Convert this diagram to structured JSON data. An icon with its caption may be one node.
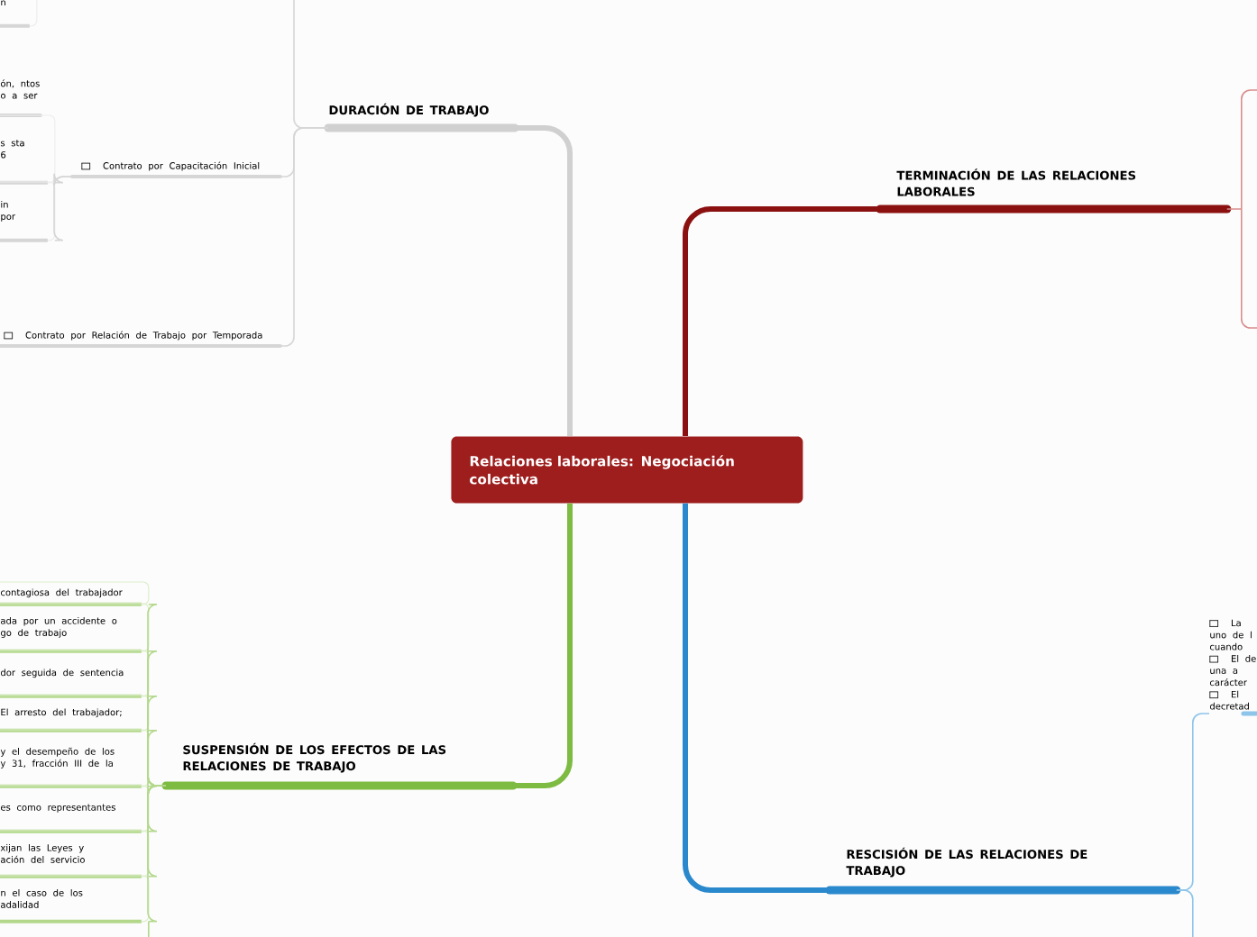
{
  "diagram": {
    "nodes": [
      {
        "text": [
          "Relaciones laborales: Negociación colectiva"
        ]
      },
      {
        "text": [
          "DURACIÓN DE TRABAJO"
        ]
      },
      {
        "text": [
          "TERMINACIÓN DE LAS RELACIONES LABORALES"
        ]
      },
      {
        "text": [
          "SUSPENSIÓN DE LOS EFECTOS DE LAS RELACIONES DE TRABAJO"
        ]
      },
      {
        "text": [
          "RESCISIÓN DE LAS RELACIONES DE TRABAJO"
        ]
      },
      {
        "text": [
          "n"
        ]
      },
      {
        "text": [
          "ón, ntos o a ser"
        ]
      },
      {
        "text": [
          "Contrato por Capacitación Inicial"
        ]
      },
      {
        "text": [
          "s sta 6"
        ]
      },
      {
        "text": [
          "in por"
        ]
      },
      {
        "text": [
          "Contrato por Relación de Trabajo por Temporada"
        ]
      },
      {
        "text": [
          "contagiosa del trabajador"
        ]
      },
      {
        "text": [
          "ada por un accidente o go de trabajo"
        ]
      },
      {
        "text": [
          "dor seguida de sentencia"
        ]
      },
      {
        "text": [
          "El arresto del trabajador;"
        ]
      },
      {
        "text": [
          "y el desempeño de los y 31, fracción III de la"
        ]
      },
      {
        "text": [
          "es como representantes"
        ]
      },
      {
        "text": [
          "xijan las Leyes y ación del servicio"
        ]
      },
      {
        "text": [
          "n el caso de los adalidad"
        ]
      },
      {
        "text": [
          "La uno de l cuando",
          "El de una a carácter",
          "El decretad"
        ]
      }
    ],
    "edges": [
      {
        "from": 0,
        "to": 1,
        "arrow": "none",
        "style": "thick",
        "color": "#d0d0d0"
      },
      {
        "from": 0,
        "to": 2,
        "arrow": "none",
        "style": "thick",
        "color": "#8b1111"
      },
      {
        "from": 0,
        "to": 3,
        "arrow": "none",
        "style": "thick",
        "color": "#7dbb42"
      },
      {
        "from": 0,
        "to": 4,
        "arrow": "none",
        "style": "thick",
        "color": "#2a88cc"
      },
      {
        "from": 1,
        "to": null,
        "arrow": "none",
        "color": "#d6d6d6"
      },
      {
        "from": 1,
        "to": 7,
        "arrow": "none",
        "color": "#d6d6d6"
      },
      {
        "from": 1,
        "to": 10,
        "arrow": "none",
        "color": "#d6d6d6"
      },
      {
        "from": 7,
        "to": 8,
        "arrow": "none",
        "color": "#d6d6d6"
      },
      {
        "from": 7,
        "to": 9,
        "arrow": "none",
        "color": "#d6d6d6"
      },
      {
        "from": 2,
        "to": null,
        "arrow": "none",
        "color": "#d98c8c"
      },
      {
        "from": 3,
        "to": 11,
        "arrow": "none",
        "color": "#b3d88c"
      },
      {
        "from": 3,
        "to": 12,
        "arrow": "none",
        "color": "#b3d88c"
      },
      {
        "from": 3,
        "to": 13,
        "arrow": "none",
        "color": "#b3d88c"
      },
      {
        "from": 3,
        "to": 14,
        "arrow": "none",
        "color": "#b3d88c"
      },
      {
        "from": 3,
        "to": 15,
        "arrow": "none",
        "color": "#b3d88c"
      },
      {
        "from": 3,
        "to": 16,
        "arrow": "none",
        "color": "#b3d88c"
      },
      {
        "from": 3,
        "to": 17,
        "arrow": "none",
        "color": "#b3d88c"
      },
      {
        "from": 3,
        "to": 18,
        "arrow": "none",
        "color": "#b3d88c"
      },
      {
        "from": 4,
        "to": 19,
        "arrow": "none",
        "color": "#8cc4ea"
      },
      {
        "from": 4,
        "to": null,
        "arrow": "none",
        "color": "#8cc4ea"
      }
    ]
  }
}
